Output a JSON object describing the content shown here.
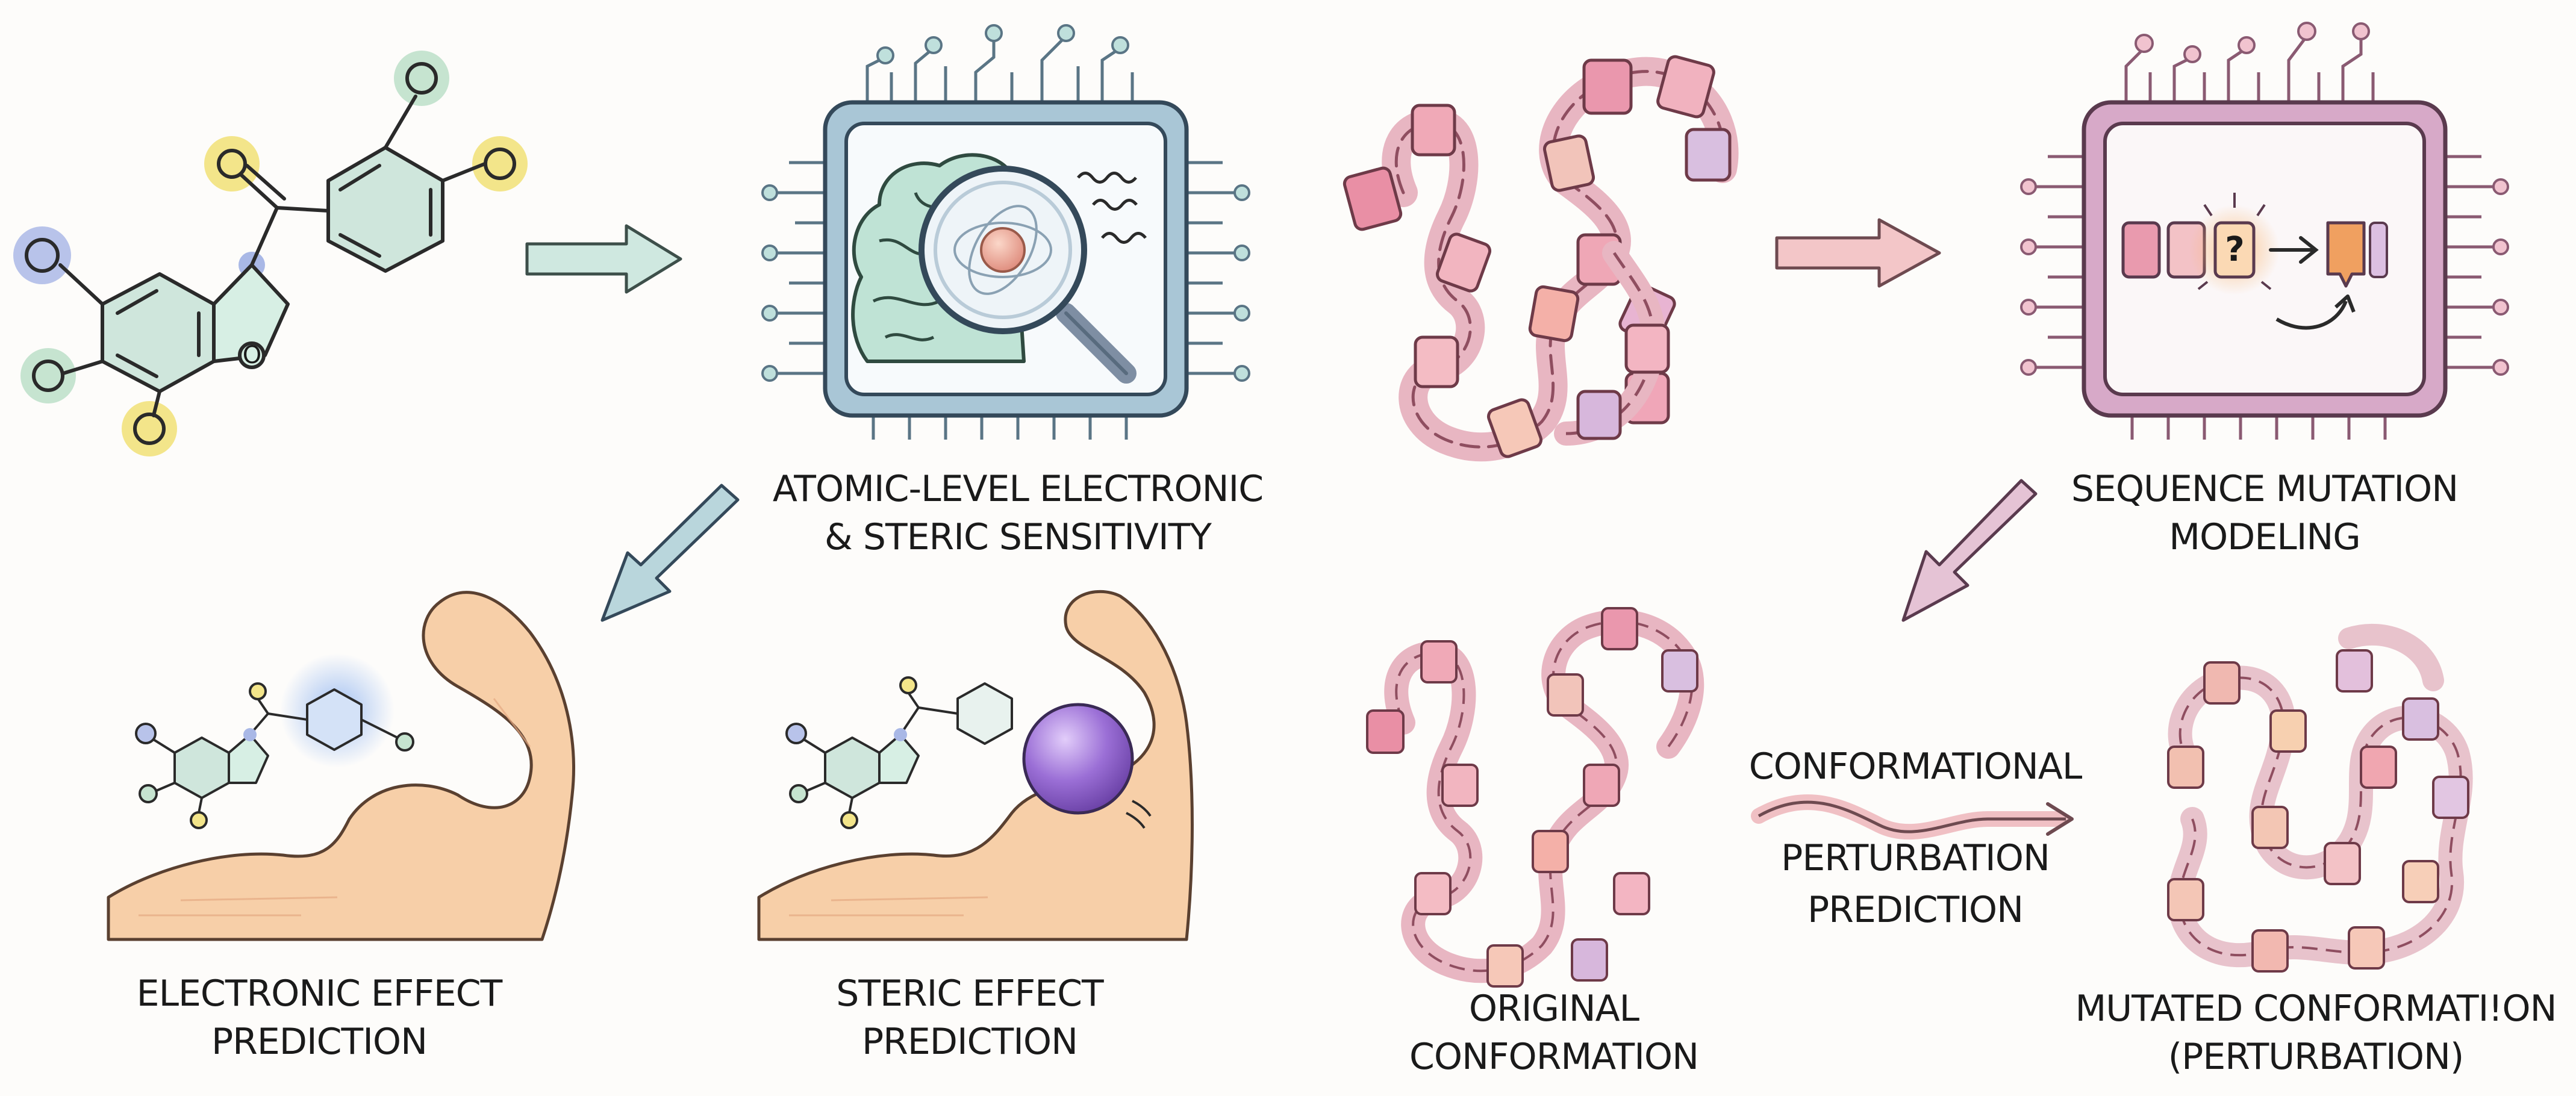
{
  "labels": {
    "atomic_line1": "ATOMIC-LEVEL ELECTRONIC",
    "atomic_line2": "& STERIC SENSITIVITY",
    "sequence_line1": "SEQUENCE MUTATION",
    "sequence_line2": "MODELING",
    "electronic_line1": "ELECTRONIC EFFECT",
    "electronic_line2": "PREDICTION",
    "steric_line1": "STERIC EFFECT",
    "steric_line2": "PREDICTION",
    "original_line1": "ORIGINAL",
    "original_line2": "CONFORMATION",
    "conformational_line1": "CONFORMATIONAL",
    "conformational_line2": "PERTURBATION",
    "conformational_line3": "PREDICTION",
    "mutated_line1": "MUTATED CONFORMATI!ON",
    "mutated_line2": "(PERTURBATION)"
  },
  "chip_mutation_symbol": "?",
  "molecule_atom_letter": "O",
  "colors": {
    "mint_arrow": "#cfe8e0",
    "pink_arrow": "#f3c6c8",
    "pocket": "#f7cfa8",
    "steric_sphere": "#9b6fd6",
    "electron_glow": "#8fb4f0",
    "chip_left_frame": "#a9c6d6",
    "chip_right_frame": "#d7a9c8",
    "mutated_residue": "#f0a060"
  }
}
